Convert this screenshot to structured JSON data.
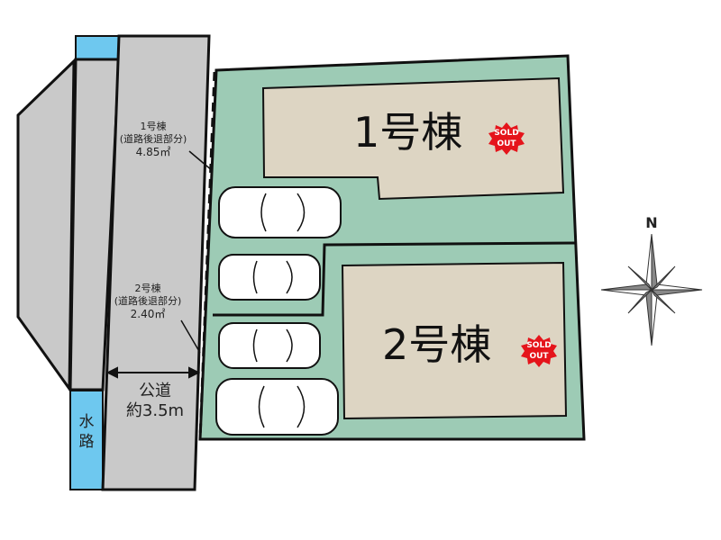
{
  "lots": [
    {
      "name": "1号棟",
      "status": "SOLD OUT",
      "setback_label": "1号棟",
      "setback_note": "(道路後退部分)",
      "setback_area": "4.85㎡"
    },
    {
      "name": "2号棟",
      "status": "SOLD OUT",
      "setback_label": "2号棟",
      "setback_note": "(道路後退部分)",
      "setback_area": "2.40㎡"
    }
  ],
  "road": {
    "label": "公道",
    "width": "約3.5m"
  },
  "waterway": {
    "label": "水路"
  },
  "compass": {
    "north": "N"
  },
  "sold_badge": {
    "line1": "SOLD",
    "line2": "OUT"
  },
  "colors": {
    "lot": "#9dcbb5",
    "building": "#ddd5c3",
    "road": "#c9c9c9",
    "water": "#6ec8ef",
    "sold": "#e5141b"
  }
}
